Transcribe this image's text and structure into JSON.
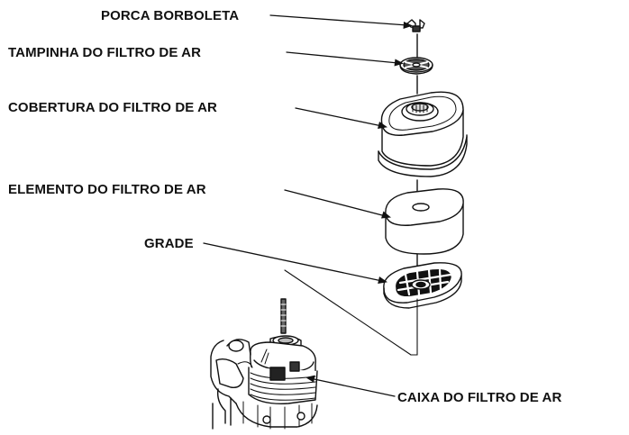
{
  "labels": {
    "wing_nut": "PORCA BORBOLETA",
    "filter_cap": "TAMPINHA DO FILTRO DE AR",
    "filter_cover": "COBERTURA DO FILTRO DE AR",
    "filter_element": "ELEMENTO DO FILTRO DE AR",
    "grille": "GRADE",
    "filter_housing": "CAIXA DO FILTRO DE AR"
  },
  "colors": {
    "line": "#111111",
    "fill": "#ffffff",
    "shade": "#d8d8d8"
  }
}
